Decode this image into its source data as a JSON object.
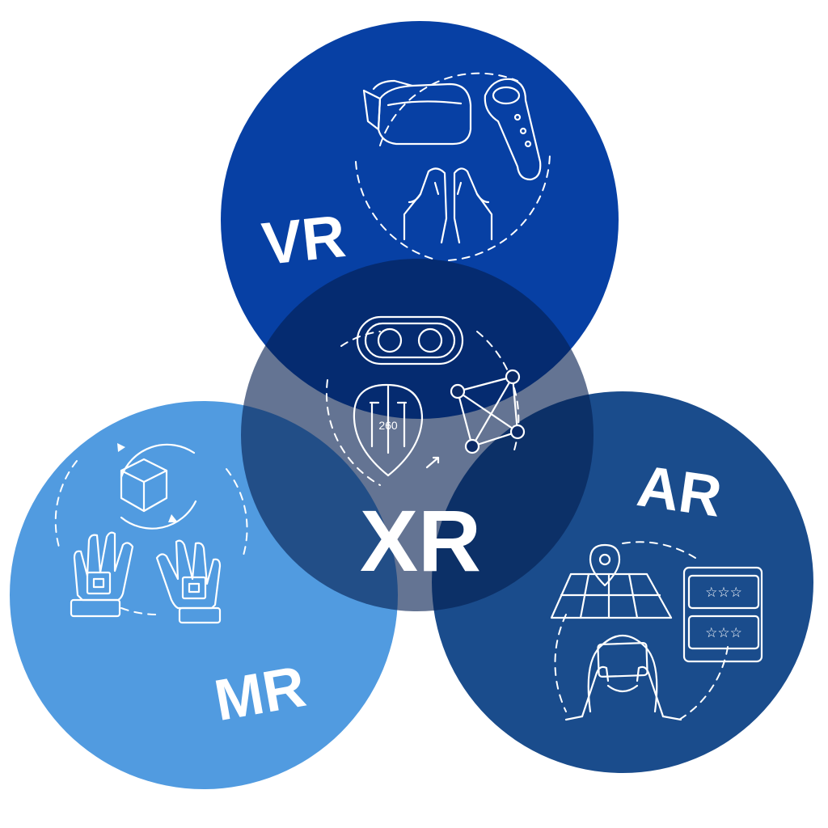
{
  "diagram": {
    "labels": {
      "vr": "VR",
      "xr": "XR",
      "mr": "MR",
      "ar": "AR"
    },
    "icon_texts": {
      "degrees": "260"
    },
    "colors": {
      "vr": "#0740a4",
      "xr": "#051f50",
      "mr": "#4b98df",
      "ar": "#1a4c8c",
      "background": "#ffffff",
      "stroke": "#ffffff"
    },
    "icons": {
      "vr": [
        "vr-headset-icon",
        "vr-controller-icon",
        "hands-icon"
      ],
      "xr": [
        "goggles-icon",
        "location-360-icon",
        "network-graph-icon"
      ],
      "mr": [
        "cube-cycle-icon",
        "gloves-icon"
      ],
      "ar": [
        "map-pin-icon",
        "rating-cards-icon",
        "person-tablet-icon"
      ]
    }
  }
}
